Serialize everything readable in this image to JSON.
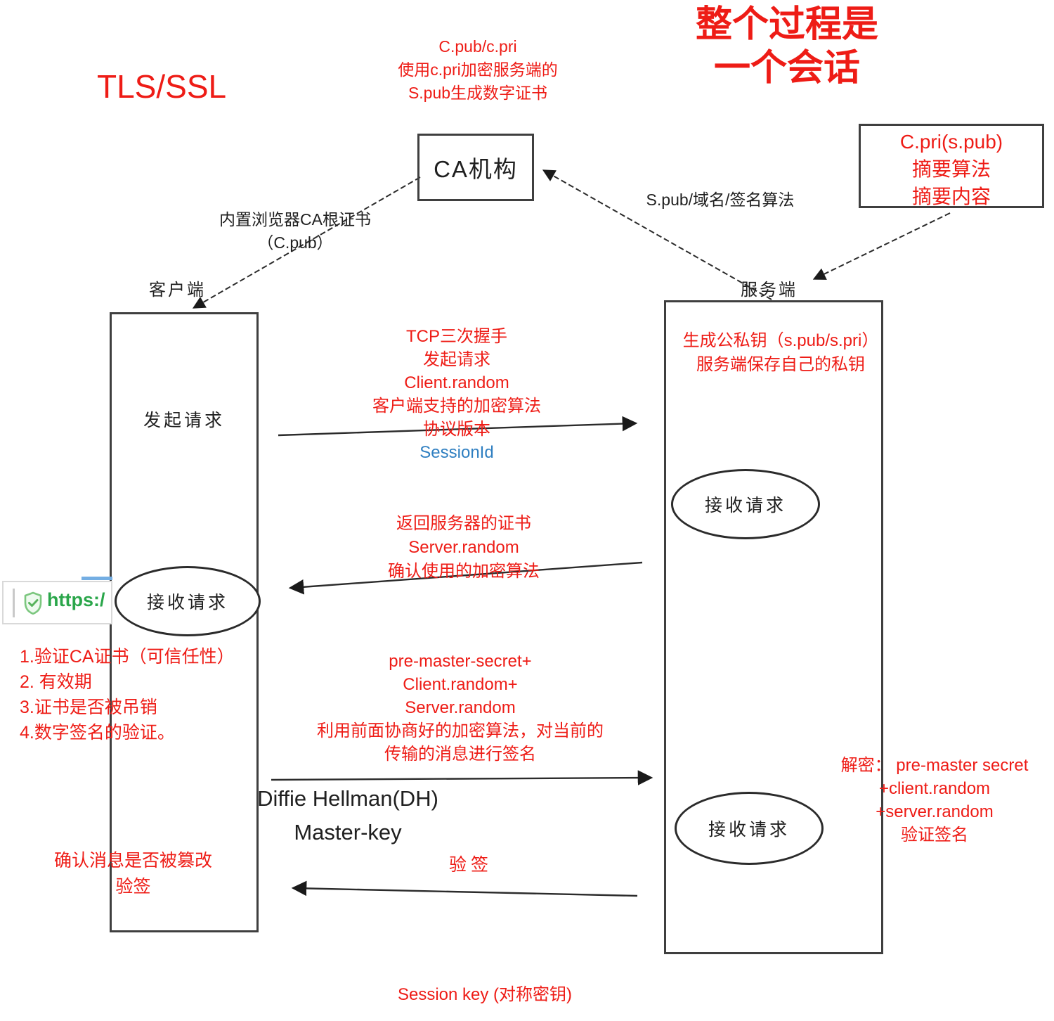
{
  "colors": {
    "accent_red": "#ee1c16",
    "session_id_blue": "#2f7fc1",
    "https_green": "#2aa64a",
    "text_black": "#1f1f1f"
  },
  "header": {
    "title": "TLS/SSL",
    "ca_note": [
      "C.pub/c.pri",
      "使用c.pri加密服务端的",
      "S.pub生成数字证书"
    ],
    "session_note": [
      "整个过程是",
      "一个会话"
    ]
  },
  "ca_box": {
    "label": "CA机构"
  },
  "cpri_box": {
    "lines": [
      "C.pri(s.pub)",
      "摘要算法",
      "摘要内容"
    ]
  },
  "edges": {
    "ca_root_cert": [
      "内置浏览器CA根证书",
      "（C.pub）"
    ],
    "spub_domain": "S.pub/域名/签名算法"
  },
  "client": {
    "label": "客户端",
    "step_request": "发起请求",
    "step_receive": "接收请求"
  },
  "server": {
    "label": "服务端",
    "keygen_note": [
      "生成公私钥（s.pub/s.pri）",
      "服务端保存自己的私钥"
    ],
    "receive_1": "接收请求",
    "receive_2": "接收请求"
  },
  "messages": {
    "client_hello": {
      "red_lines": [
        "TCP三次握手",
        "发起请求",
        "Client.random",
        "客户端支持的加密算法",
        "协议版本"
      ],
      "session_id": "SessionId"
    },
    "server_hello": [
      "返回服务器的证书",
      "Server.random",
      "确认使用的加密算法"
    ],
    "key_exchange": [
      "pre-master-secret+",
      "Client.random+",
      "Server.random",
      "利用前面协商好的加密算法，对当前的",
      "传输的消息进行签名"
    ],
    "verify_sign": "验签"
  },
  "browser": {
    "url": "https:/"
  },
  "client_notes": {
    "verify_list": [
      "1.验证CA证书（可信任性）",
      "2. 有效期",
      "3.证书是否被吊销",
      "4.数字签名的验证。"
    ],
    "dh": [
      "Diffie Hellman(DH)",
      "Master-key"
    ],
    "tamper": [
      "确认消息是否被篡改",
      "验签"
    ]
  },
  "server_notes": {
    "decrypt": [
      "解密：  pre-master secret",
      "+client.random",
      "+server.random",
      "验证签名"
    ]
  },
  "footer": {
    "session_key": "Session key (对称密钥)"
  }
}
